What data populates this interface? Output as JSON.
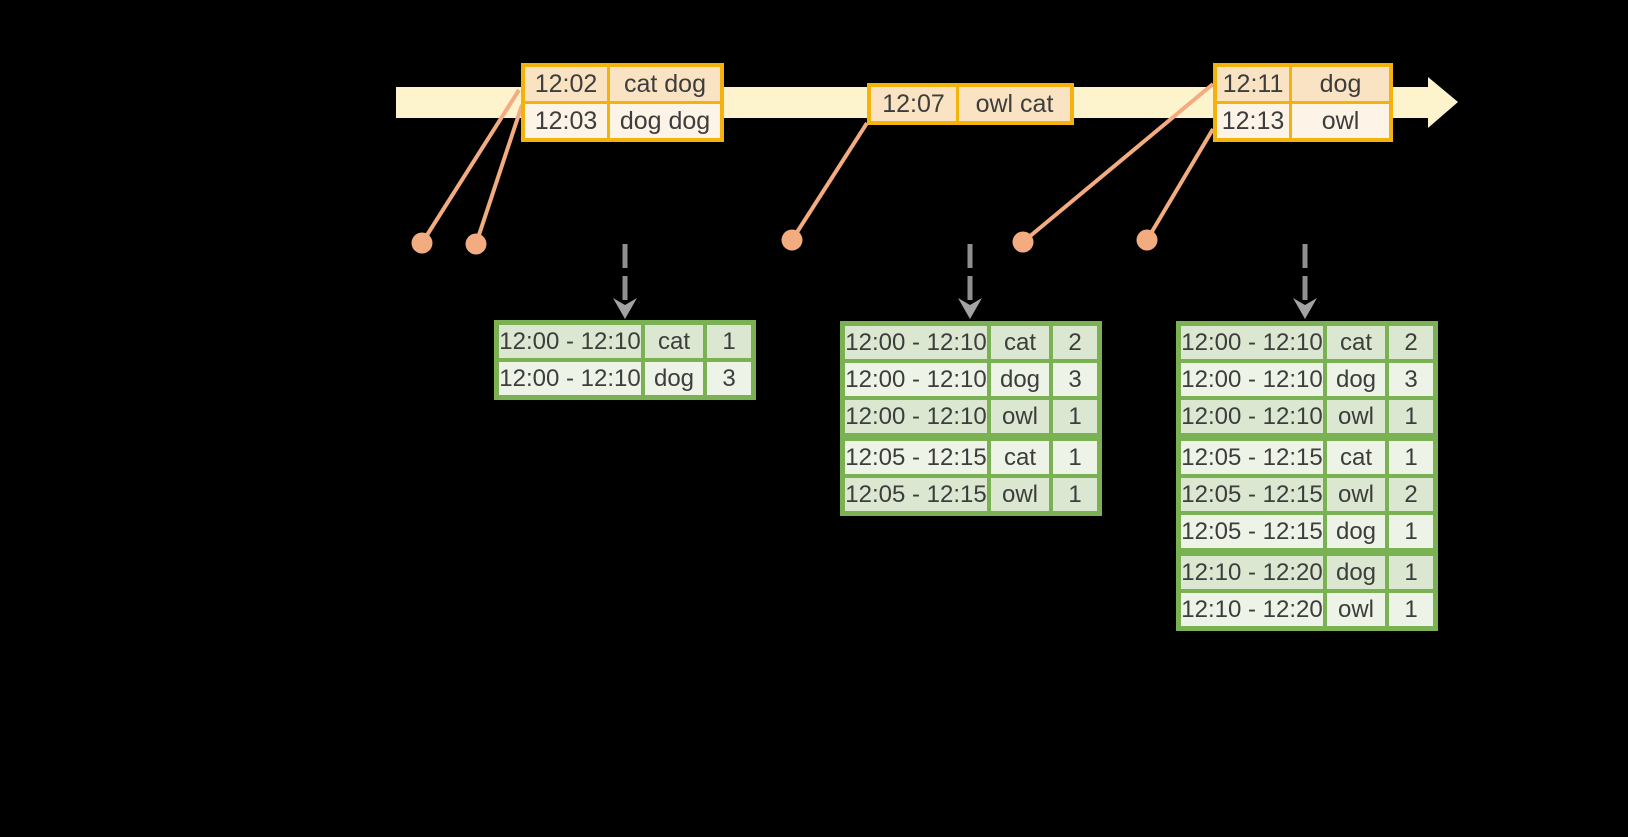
{
  "colors": {
    "background": "#000000",
    "timeline_fill": "#fdf3cd",
    "event_table_border": "#f3b30c",
    "event_row_dark": "#fae3c2",
    "event_row_light": "#fdf4e7",
    "connector_salmon": "#f3ab80",
    "result_table_border": "#7ab152",
    "result_row_dark": "#dbe7d0",
    "result_row_light": "#eef3e8",
    "trigger_arrow_gray": "#909090",
    "text": "#3d3d3d"
  },
  "icons": {
    "timeline_arrowhead": "right-arrowhead",
    "event_dot": "filled-circle",
    "trigger_arrow": "dashed-down-arrow"
  },
  "event_tables": [
    {
      "rows": [
        {
          "time": "12:02",
          "words": "cat dog"
        },
        {
          "time": "12:03",
          "words": "dog dog"
        }
      ]
    },
    {
      "rows": [
        {
          "time": "12:07",
          "words": "owl cat"
        }
      ]
    },
    {
      "rows": [
        {
          "time": "12:11",
          "words": "dog"
        },
        {
          "time": "12:13",
          "words": "owl"
        }
      ]
    }
  ],
  "result_tables": [
    {
      "rows": [
        {
          "window": "12:00 - 12:10",
          "word": "cat",
          "count": "1"
        },
        {
          "window": "12:00 - 12:10",
          "word": "dog",
          "count": "3"
        }
      ]
    },
    {
      "rows": [
        {
          "window": "12:00 - 12:10",
          "word": "cat",
          "count": "2"
        },
        {
          "window": "12:00 - 12:10",
          "word": "dog",
          "count": "3"
        },
        {
          "window": "12:00 - 12:10",
          "word": "owl",
          "count": "1"
        },
        {
          "window": "12:05 - 12:15",
          "word": "cat",
          "count": "1"
        },
        {
          "window": "12:05 - 12:15",
          "word": "owl",
          "count": "1"
        }
      ]
    },
    {
      "rows": [
        {
          "window": "12:00 - 12:10",
          "word": "cat",
          "count": "2"
        },
        {
          "window": "12:00 - 12:10",
          "word": "dog",
          "count": "3"
        },
        {
          "window": "12:00 - 12:10",
          "word": "owl",
          "count": "1"
        },
        {
          "window": "12:05 - 12:15",
          "word": "cat",
          "count": "1"
        },
        {
          "window": "12:05 - 12:15",
          "word": "owl",
          "count": "2"
        },
        {
          "window": "12:05 - 12:15",
          "word": "dog",
          "count": "1"
        },
        {
          "window": "12:10 - 12:20",
          "word": "dog",
          "count": "1"
        },
        {
          "window": "12:10 - 12:20",
          "word": "owl",
          "count": "1"
        }
      ]
    }
  ]
}
